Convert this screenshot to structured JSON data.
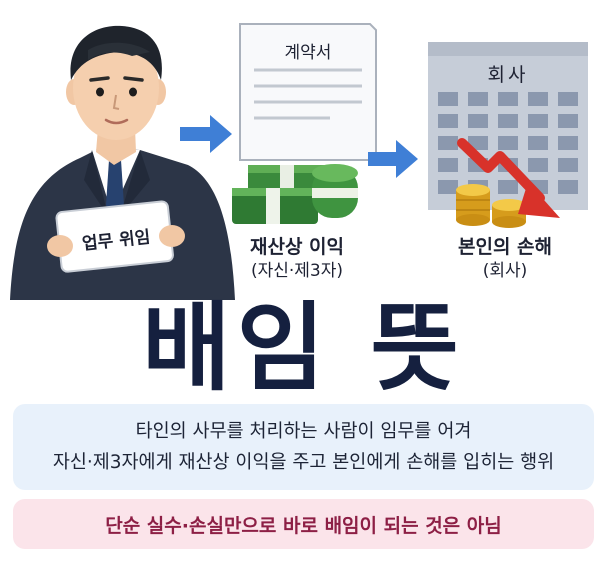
{
  "labels": {
    "task_delegation": "업무 위임",
    "contract": "계약서",
    "company": "회사",
    "gain_main": "재산상 이익",
    "gain_sub": "(자신·제3자)",
    "loss_main": "본인의 손해",
    "loss_sub": "(회사)"
  },
  "title": "배임 뜻",
  "definition": {
    "line1": "타인의 사무를 처리하는 사람이 임무를 어겨",
    "line2": "자신·제3자에게 재산상 이익을 주고 본인에게 손해를 입히는 행위"
  },
  "note": "단순 실수·손실만으로 바로 배임이 되는 것은 아님",
  "colors": {
    "title": "#15203f",
    "definition_bg": "#e8f1fb",
    "note_bg": "#fbe4ea",
    "note_text": "#8d1f45",
    "arrow_blue": "#3f7fd6",
    "loss_arrow_red": "#d8322a",
    "money_green": "#3a8a3c",
    "coin_gold": "#e7b22a"
  }
}
